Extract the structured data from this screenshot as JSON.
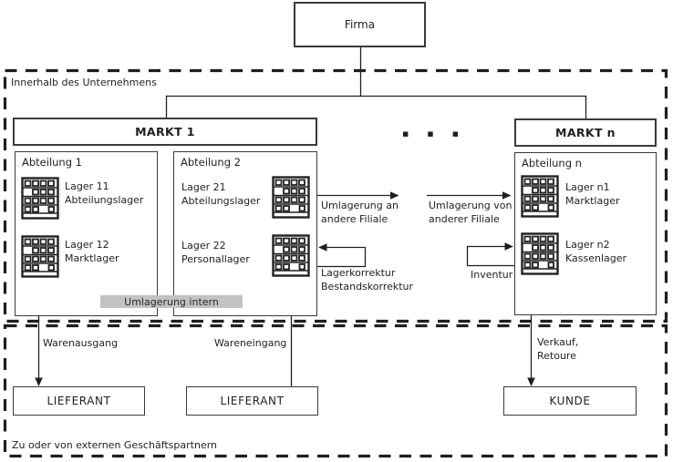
{
  "nodes": {
    "firma": {
      "label": "Firma"
    },
    "markt1": {
      "label": "MARKT 1"
    },
    "marktn": {
      "label": "MARKT n"
    },
    "markets_ellipsis": "▪ ▪ ▪",
    "abteilung1": {
      "title": "Abteilung 1",
      "lager": [
        {
          "id": "Lager 11",
          "type": "Abteilungslager"
        },
        {
          "id": "Lager 12",
          "type": "Marktlager"
        }
      ]
    },
    "abteilung2": {
      "title": "Abteilung 2",
      "lager": [
        {
          "id": "Lager 21",
          "type": "Abteilungslager"
        },
        {
          "id": "Lager 22",
          "type": "Personallager"
        }
      ]
    },
    "abteilungn": {
      "title": "Abteilung n",
      "lager": [
        {
          "id": "Lager n1",
          "type": "Marktlager"
        },
        {
          "id": "Lager n2",
          "type": "Kassenlager"
        }
      ]
    },
    "lieferant1": {
      "label": "LIEFERANT"
    },
    "lieferant2": {
      "label": "LIEFERANT"
    },
    "kunde": {
      "label": "KUNDE"
    }
  },
  "zones": {
    "inner": {
      "label": "Innerhalb des Unternehmens"
    },
    "outer": {
      "label": "Zu oder von externen Geschäftspartnern"
    }
  },
  "flows": {
    "umlagerung_an": [
      "Umlagerung an",
      "andere Filiale"
    ],
    "umlagerung_von": [
      "Umlagerung von",
      "anderer Filiale"
    ],
    "lagerkorrektur": [
      "Lagerkorrektur",
      "Bestandskorrektur"
    ],
    "inventur": "Inventur",
    "umlagerung_intern": "Umlagerung intern",
    "warenausgang": "Warenausgang",
    "wareneingang": "Wareneingang",
    "verkauf_retoure": [
      "Verkauf,",
      "Retoure"
    ]
  },
  "colors": {
    "line": "#1f1f1f",
    "box_border": "#3a3a3a",
    "text": "#1f1f1f",
    "highlight_bar": "#c2c2c2",
    "background": "#ffffff"
  }
}
